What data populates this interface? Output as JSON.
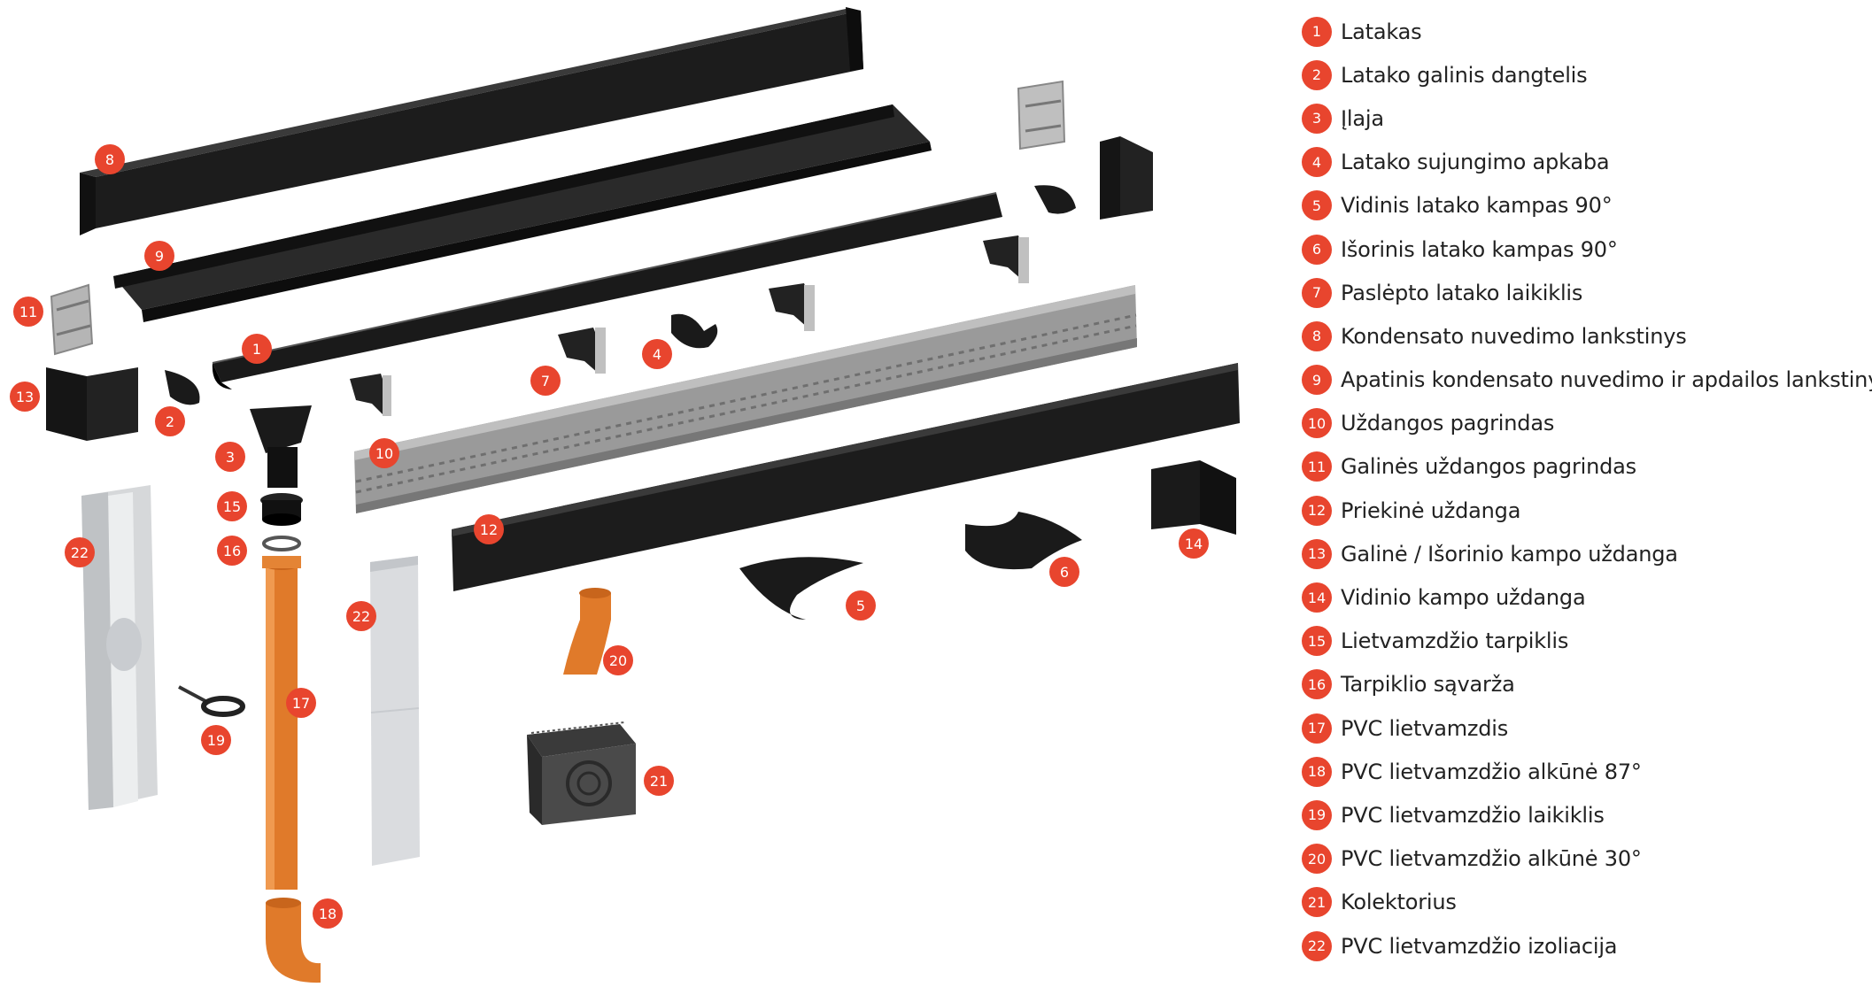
{
  "legend": {
    "items": [
      {
        "num": "1",
        "label": "Latakas"
      },
      {
        "num": "2",
        "label": "Latako galinis dangtelis"
      },
      {
        "num": "3",
        "label": "Įlaja"
      },
      {
        "num": "4",
        "label": "Latako sujungimo apkaba"
      },
      {
        "num": "5",
        "label": "Vidinis latako kampas 90°"
      },
      {
        "num": "6",
        "label": "Išorinis latako kampas 90°"
      },
      {
        "num": "7",
        "label": "Paslėpto latako laikiklis"
      },
      {
        "num": "8",
        "label": "Kondensato nuvedimo lankstinys"
      },
      {
        "num": "9",
        "label": "Apatinis kondensato nuvedimo ir apdailos lankstinys"
      },
      {
        "num": "10",
        "label": "Uždangos pagrindas"
      },
      {
        "num": "11",
        "label": "Galinės uždangos pagrindas"
      },
      {
        "num": "12",
        "label": "Priekinė uždanga"
      },
      {
        "num": "13",
        "label": "Galinė / Išorinio kampo uždanga"
      },
      {
        "num": "14",
        "label": "Vidinio kampo uždanga"
      },
      {
        "num": "15",
        "label": "Lietvamzdžio tarpiklis"
      },
      {
        "num": "16",
        "label": "Tarpiklio sąvarža"
      },
      {
        "num": "17",
        "label": "PVC lietvamzdis"
      },
      {
        "num": "18",
        "label": "PVC lietvamzdžio alkūnė 87°"
      },
      {
        "num": "19",
        "label": "PVC lietvamzdžio laikiklis"
      },
      {
        "num": "20",
        "label": "PVC lietvamzdžio alkūnė 30°"
      },
      {
        "num": "21",
        "label": "Kolektorius"
      },
      {
        "num": "22",
        "label": "PVC lietvamzdžio izoliacija"
      }
    ]
  },
  "callouts": {
    "c1": "1",
    "c2": "2",
    "c3": "3",
    "c4": "4",
    "c5": "5",
    "c6": "6",
    "c7": "7",
    "c8": "8",
    "c9": "9",
    "c10": "10",
    "c11": "11",
    "c12": "12",
    "c13": "13",
    "c14": "14",
    "c15": "15",
    "c16": "16",
    "c17": "17",
    "c18": "18",
    "c19": "19",
    "c20": "20",
    "c21": "21",
    "c22a": "22",
    "c22b": "22"
  },
  "colors": {
    "badge": "#e8452e",
    "dark_part": "#1c1c1c",
    "gray_part": "#8e8e8e",
    "pvc_orange": "#e07a2a",
    "light_gray": "#d6d8da"
  }
}
